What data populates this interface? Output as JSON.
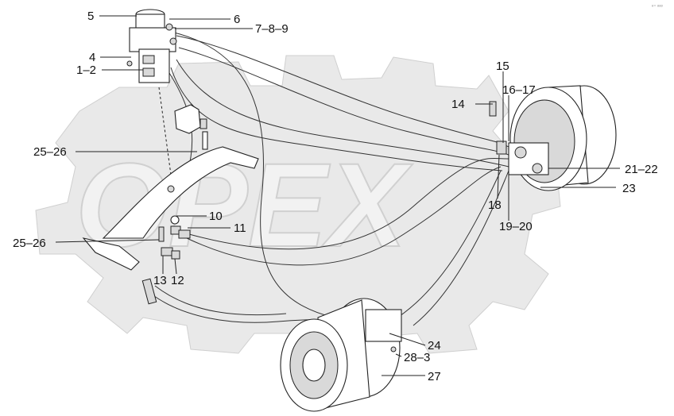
{
  "watermark": {
    "logo_text": "OPEX"
  },
  "corner_stamp": "ⁿ⁼ ᵒᵒᵒ",
  "callouts": {
    "c5": "5",
    "c6": "6",
    "c7_8_9": "7‒8‒9",
    "c4": "4",
    "c1_2": "1‒2",
    "c25_26_top": "25‒26",
    "c25_26_bottom": "25‒26",
    "c10": "10",
    "c11": "11",
    "c13": "13",
    "c12": "12",
    "c15": "15",
    "c16_17": "16‒17",
    "c14": "14",
    "c21_22": "21‒22",
    "c23": "23",
    "c18": "18",
    "c19_20": "19‒20",
    "c24": "24",
    "c28_3": "28‒3",
    "c27": "27"
  }
}
